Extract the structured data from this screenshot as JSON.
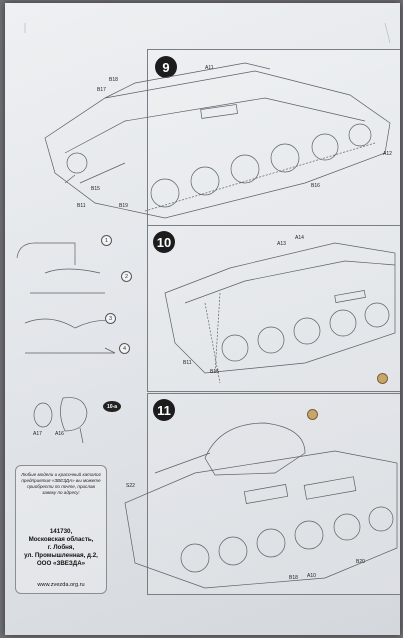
{
  "steps": {
    "step9": {
      "number": "9",
      "labels": {
        "a11": "A11",
        "b18_top": "B18",
        "b17": "B17",
        "a12": "A12",
        "b15": "B15",
        "b11": "B11",
        "b19": "B19",
        "b16": "B16"
      }
    },
    "step10": {
      "number": "10",
      "labels": {
        "a13": "A13",
        "a14": "A14",
        "b11": "B11",
        "b15": "B15"
      }
    },
    "step11": {
      "number": "11",
      "labels": {
        "s22": "S22",
        "b18": "B18",
        "a10": "A10",
        "b20": "B20"
      }
    }
  },
  "side_details": {
    "substeps": [
      "1",
      "2",
      "3",
      "4"
    ],
    "headlight_labels": {
      "a17": "A17",
      "a16": "A16"
    },
    "callout": "10-a"
  },
  "catalog": {
    "note": "Любые модели и красочный каталог предприятия «ЗВЕЗДА» вы можете приобрести по почте, прислав заявку по адресу:",
    "address_lines": [
      "141730,",
      "Московская область,",
      "г. Лобня,",
      "ул. Промышленная, д.2,",
      "ООО «ЗВЕЗДА»"
    ],
    "website": "www.zvezda.org.ru"
  }
}
